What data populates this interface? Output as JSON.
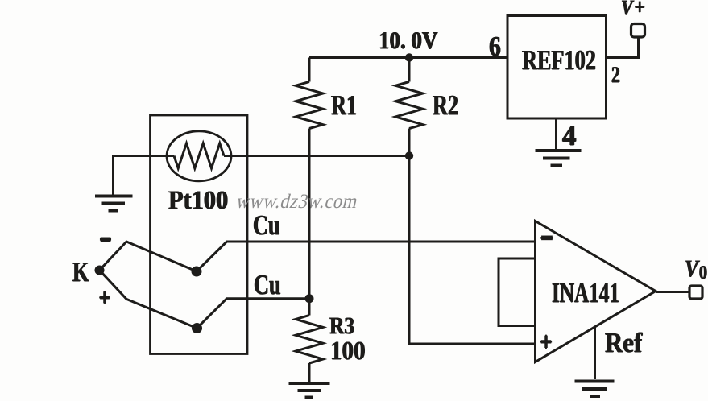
{
  "colors": {
    "background": "#fdfdfc",
    "ink": "#1d1c1a",
    "watermark": "#8c8c8c"
  },
  "power": {
    "rail_voltage": "10. 0V",
    "vplus_symbol": "V",
    "vplus_sign": "+"
  },
  "reference_ic": {
    "name": "REF102",
    "pin_input": "6",
    "pin_output": "2",
    "pin_ground": "4"
  },
  "resistors": {
    "r1_label": "R1",
    "r2_label": "R2",
    "r3_label": "R3",
    "r3_value": "100"
  },
  "rtd": {
    "label": "Pt100"
  },
  "thermocouple": {
    "type_label": "K",
    "negative_sign": "−",
    "positive_sign": "+",
    "upper_wire_label": "Cu",
    "lower_wire_label": "Cu"
  },
  "amplifier": {
    "name": "INA141",
    "inverting_sign": "−",
    "noninverting_sign": "+",
    "ref_pin_label": "Ref",
    "output_symbol": "V",
    "output_subscript": "0"
  },
  "watermark": {
    "text": "www.dz3w.com"
  }
}
